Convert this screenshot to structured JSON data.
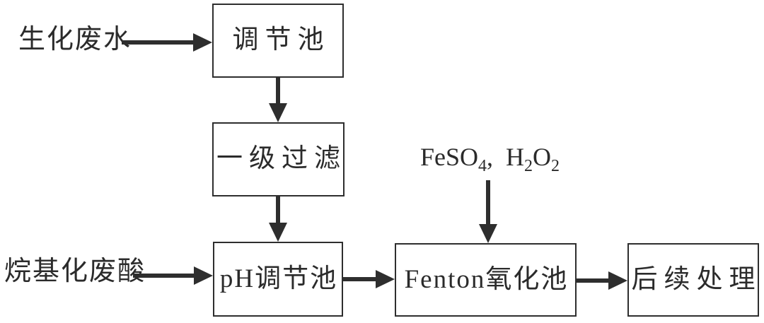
{
  "diagram": {
    "type": "process-flowchart",
    "colors": {
      "line": "#2e2e2e",
      "background": "#ffffff",
      "text": "#2b2b2b"
    },
    "nodes": [
      {
        "id": "regulation-tank",
        "label": "调节池"
      },
      {
        "id": "primary-filtration",
        "label": "一级过滤"
      },
      {
        "id": "ph-regulation-tank",
        "label": "pH调节池"
      },
      {
        "id": "fenton-oxidation-tank",
        "label": "Fenton氧化池"
      },
      {
        "id": "subsequent-treatment",
        "label": "后续处理"
      }
    ],
    "inputs": [
      {
        "id": "biochemical-wastewater",
        "label": "生化废水"
      },
      {
        "id": "alkylation-waste-acid",
        "label": "烷基化废酸"
      }
    ],
    "reagent": {
      "full": "FeSO₄, H₂O₂",
      "parts": {
        "p1": "FeSO",
        "s1": "4",
        "p2": ",  H",
        "s2": "2",
        "p3": "O",
        "s3": "2"
      }
    },
    "edges": [
      {
        "from": "biochemical-wastewater",
        "to": "regulation-tank"
      },
      {
        "from": "regulation-tank",
        "to": "primary-filtration"
      },
      {
        "from": "primary-filtration",
        "to": "ph-regulation-tank"
      },
      {
        "from": "alkylation-waste-acid",
        "to": "ph-regulation-tank"
      },
      {
        "from": "ph-regulation-tank",
        "to": "fenton-oxidation-tank"
      },
      {
        "from": "reagent-feso4-h2o2",
        "to": "fenton-oxidation-tank"
      },
      {
        "from": "fenton-oxidation-tank",
        "to": "subsequent-treatment"
      }
    ]
  }
}
